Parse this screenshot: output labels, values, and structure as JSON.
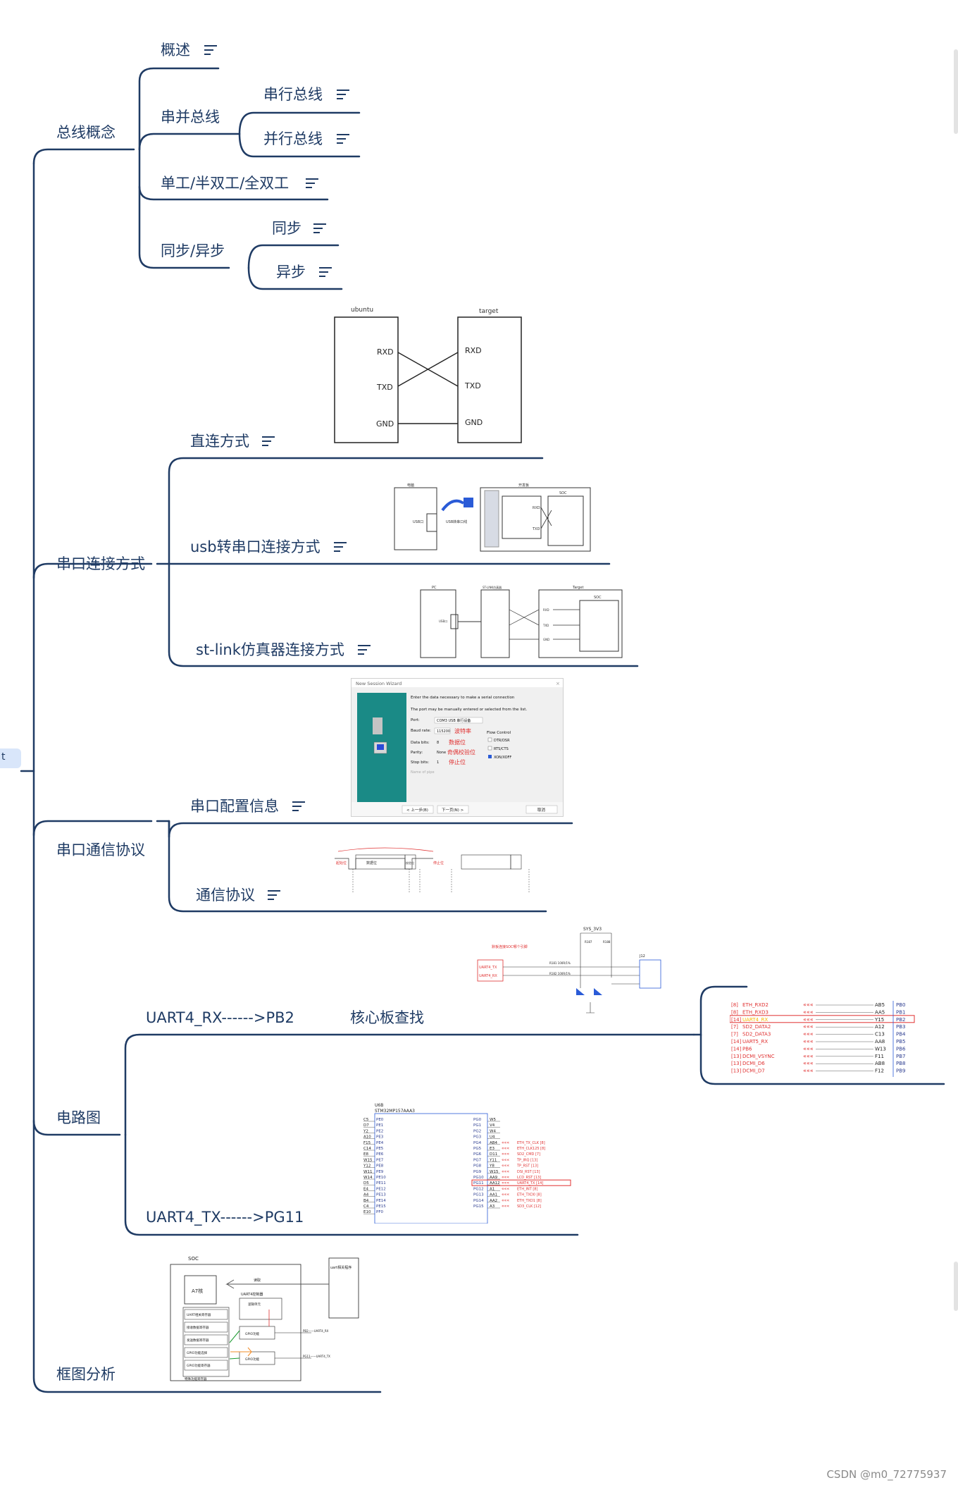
{
  "root": {
    "label": "t"
  },
  "branches": {
    "bus": {
      "label": "总线概念",
      "overview": "概述",
      "serial_parallel": "串并总线",
      "serial_bus": "串行总线",
      "parallel_bus": "并行总线",
      "duplex": "单工/半双工/全双工",
      "sync_async": "同步/异步",
      "sync": "同步",
      "async": "异步"
    },
    "connection": {
      "label": "串口连接方式",
      "direct": "直连方式",
      "usb": "usb转串口连接方式",
      "stlink": "st-link仿真器连接方式"
    },
    "protocol": {
      "label": "串口通信协议",
      "config": "串口配置信息",
      "protocol": "通信协议"
    },
    "circuit": {
      "label": "电路图",
      "rx": "UART4_RX------>PB2",
      "core": "核心板查找",
      "tx": "UART4_TX------>PG11"
    },
    "block": {
      "label": "框图分析"
    }
  },
  "images": {
    "direct_diagram": {
      "left_title": "ubuntu",
      "right_title": "target",
      "left_pins": [
        "RXD",
        "TXD",
        "GND"
      ],
      "right_pins": [
        "RXD",
        "TXD",
        "GND"
      ]
    },
    "usb_diagram": {
      "pc": "电脑",
      "usb": "USB口",
      "cable": "USB转串口线",
      "board": "开发板",
      "soc": "SOC",
      "rxd": "RXD",
      "txd": "TXD"
    },
    "stlink_diagram": {
      "pc": "PC",
      "target": "Target",
      "soc": "SOC",
      "usb": "USB口",
      "emu": "ST-LINK仿真器",
      "pins": [
        "RXD",
        "TXD",
        "GND"
      ]
    },
    "wizard": {
      "title": "New Session Wizard",
      "line1": "Enter the data necessary to make a serial connection",
      "line2": "The port may be manually entered or selected from the list.",
      "fields": [
        {
          "name": "Port:",
          "value": "COM3 USB 串行设备"
        },
        {
          "name": "Baud rate:",
          "value": "115200"
        },
        {
          "name": "Data bits:",
          "value": "8"
        },
        {
          "name": "Parity:",
          "value": "None"
        },
        {
          "name": "Stop bits:",
          "value": "1"
        }
      ],
      "annotations": [
        "波特率",
        "数据位",
        "奇偶校验位",
        "停止位"
      ],
      "flow": "Flow Control",
      "flow_opts": [
        "DTR/DSR",
        "RTS/CTS",
        "XON/XOFF"
      ],
      "name_of_pipe": "Name of pipe",
      "btn_back": "< 上一步(B)",
      "btn_next": "下一页(N) >",
      "btn_cancel": "取消"
    },
    "protocol_frame": {
      "labels": [
        "起始位",
        "数据位",
        "校验位",
        "停止位"
      ]
    },
    "schematic_top": {
      "net": "SYS_3V3",
      "note": "默板连接SOC哪个引脚",
      "pins": [
        "UART4_TX",
        "UART4_RX"
      ],
      "resistors": [
        "R187",
        "R188",
        "R181 100R/1%",
        "R182 100R/1%"
      ],
      "connector": "J12"
    },
    "core_table": {
      "rows": [
        {
          "idx": "[8]",
          "name": "ETH_RXD2",
          "ball": "AB5",
          "pin": "PB0"
        },
        {
          "idx": "[8]",
          "name": "ETH_RXD3",
          "ball": "AA5",
          "pin": "PB1"
        },
        {
          "idx": "[14]",
          "name": "UART4_RX",
          "ball": "Y15",
          "pin": "PB2"
        },
        {
          "idx": "[7]",
          "name": "SD2_DATA2",
          "ball": "A12",
          "pin": "PB3"
        },
        {
          "idx": "[7]",
          "name": "SD2_DATA3",
          "ball": "C13",
          "pin": "PB4"
        },
        {
          "idx": "[14]",
          "name": "UART5_RX",
          "ball": "AA8",
          "pin": "PB5"
        },
        {
          "idx": "[14]",
          "name": "PB6",
          "ball": "W13",
          "pin": "PB6"
        },
        {
          "idx": "[13]",
          "name": "DCMI_VSYNC",
          "ball": "F11",
          "pin": "PB7"
        },
        {
          "idx": "[13]",
          "name": "DCMI_D6",
          "ball": "AB8",
          "pin": "PB8"
        },
        {
          "idx": "[13]",
          "name": "DCMI_D7",
          "ball": "F12",
          "pin": "PB9"
        }
      ]
    },
    "stm32": {
      "ref": "U6B",
      "part": "STM32MP157AAA3",
      "left_balls": [
        "C5",
        "D7",
        "Y2",
        "A10",
        "F15",
        "C14",
        "E8",
        "W15",
        "Y12",
        "W11",
        "W14",
        "D5",
        "E4",
        "A4",
        "B4",
        "C4",
        "E10"
      ],
      "left_pins": [
        "PE0",
        "PE1",
        "PE2",
        "PE3",
        "PE4",
        "PE5",
        "PE6",
        "PE7",
        "PE8",
        "PE9",
        "PE10",
        "PE11",
        "PE12",
        "PE13",
        "PE14",
        "PE15",
        "PF0"
      ],
      "right_balls": [
        "W5",
        "V4",
        "W4",
        "U4",
        "AB4",
        "E3",
        "D11",
        "Y11",
        "Y8",
        "W15",
        "AA9",
        "AA12",
        "A1",
        "AA1",
        "AA2",
        "A3",
        "D10"
      ],
      "right_pins": [
        "PG0",
        "PG1",
        "PG2",
        "PG3",
        "PG4",
        "PG5",
        "PG6",
        "PG7",
        "PG8",
        "PG9",
        "PG10",
        "PG11",
        "PG12",
        "PG13",
        "PG14",
        "PG15"
      ],
      "right_nets": [
        "ETH_TX_CLK [8]",
        "ETH_CLK125 [8]",
        "SD2_CMD [7]",
        "TP_IRQ [13]",
        "TP_RST [13]",
        "DSI_RST [13]",
        "LCD_RST [13]",
        "UART4_TX [14]",
        "ETH_INT [8]",
        "ETH_TXD0 [8]",
        "ETH_TXD1 [8]",
        "SD3_CLK [12]"
      ]
    },
    "block_diagram": {
      "soc": "SOC",
      "core": "A7核",
      "uart_ctrl": "UART4控制器",
      "app": "uart相关程序",
      "read": "读取",
      "regs": [
        "UART相关寄存器",
        "接收数据寄存器",
        "发送数据寄存器",
        "GPIO功能选择",
        "GPIO功能寄存器"
      ],
      "logic": "逻辑单元",
      "func_reg": "特殊功能寄存器",
      "gpio1": "GPIO功能",
      "gpio2": "GPIO功能",
      "rx": "PB2——UART4_RX",
      "tx": "PG11——UART4_TX"
    }
  },
  "watermark": "CSDN @m0_72775937",
  "colors": {
    "line": "#1f3b64",
    "red": "#e03131",
    "teal": "#1a8a86"
  }
}
